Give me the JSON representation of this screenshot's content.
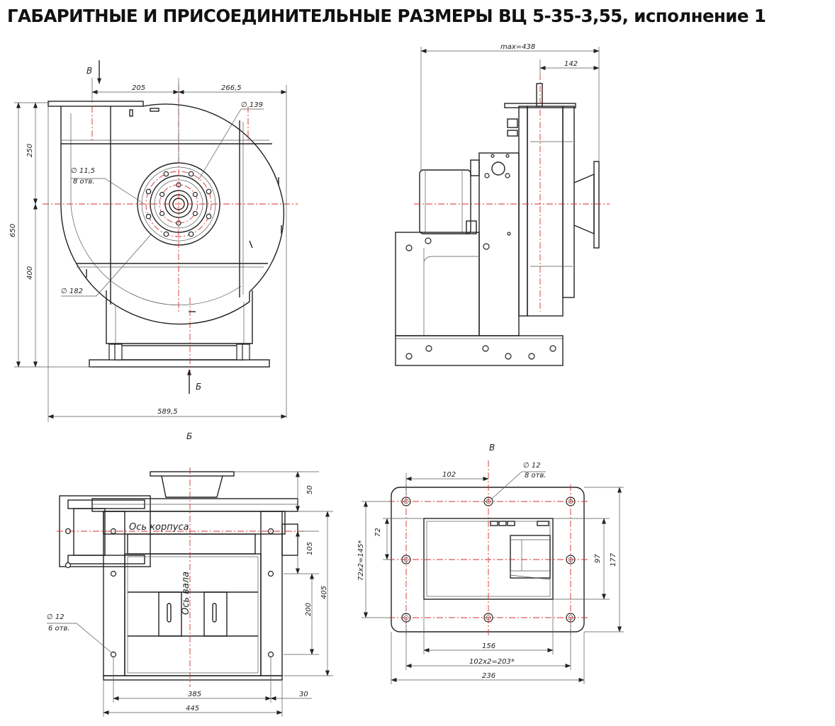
{
  "title": "ГАБАРИТНЫЕ И ПРИСОЕДИНИТЕЛЬНЫЕ РАЗМЕРЫ ВЦ 5-35-3,55, исполнение 1",
  "front_view": {
    "dims": {
      "d205": "205",
      "d266": "266,5",
      "d250": "250",
      "d650": "650",
      "d400": "400",
      "d589": "589,5",
      "d139": "∅ 139",
      "d182": "∅ 182",
      "d115": "∅ 11,5",
      "d115n": "8 отв."
    },
    "arrow_v": "В",
    "arrow_b": "Б"
  },
  "side_view": {
    "dims": {
      "max": "max=438",
      "d142": "142"
    }
  },
  "view_b": {
    "label": "Б",
    "dims": {
      "d50": "50",
      "d105": "105",
      "d405": "405",
      "d200": "200",
      "d385": "385",
      "d30": "30",
      "d445": "445",
      "d12": "∅ 12",
      "d12n": "6 отв."
    },
    "axis_housing": "Ось корпуса",
    "axis_shaft": "Ось вала"
  },
  "view_v": {
    "label": "В",
    "dims": {
      "d102": "102",
      "d12": "∅ 12",
      "d12n": "8 отв.",
      "d72": "72",
      "d72x2": "72x2=145*",
      "d97": "97",
      "d177": "177",
      "d156": "156",
      "d102x2": "102x2=203*",
      "d236": "236"
    }
  }
}
